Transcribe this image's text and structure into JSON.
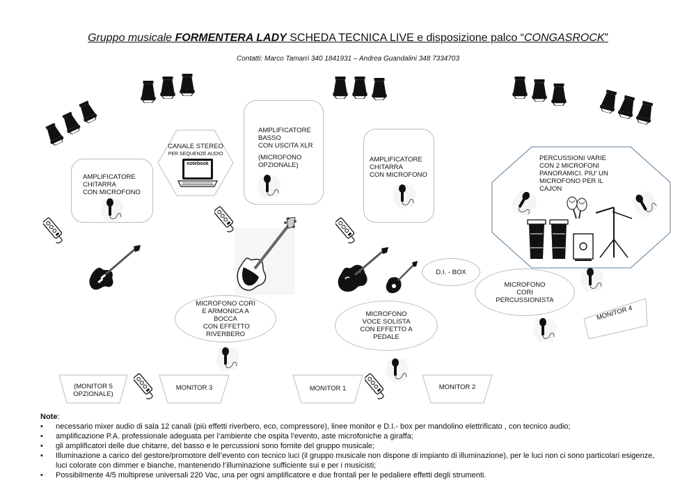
{
  "title": {
    "part1": "Gruppo musicale ",
    "band": "FORMENTERA LADY",
    "part2": "  SCHEDA TECNICA LIVE e disposizione palco “",
    "venue": "CONGASROCK",
    "part3": "”"
  },
  "contacts": "Contatti: Marco Tamarri  340 1841931 – Andrea Guandalini 348 7334703",
  "elements": {
    "amp_guitar_left": [
      "AMPLIFICATORE",
      "CHITARRA",
      "CON MICROFONO"
    ],
    "stereo_channel": {
      "title": "CANALE STEREO",
      "sub": "PER SEQUENZE AUDIO",
      "device": "notebook"
    },
    "amp_bass": [
      "AMPLIFICATORE",
      "BASSO",
      "CON USCITA XLR",
      "",
      "(MICROFONO",
      "OPZIONALE)"
    ],
    "amp_guitar_right": [
      "AMPLIFICATORE",
      "CHITARRA",
      "CON MICROFONO"
    ],
    "percussion": [
      "PERCUSSIONI VARIE",
      "CON 2 MICROFONI",
      "PANORAMICI. PIU' UN",
      "MICROFONO PER IL",
      "CAJON"
    ],
    "di_box": "D.I. - BOX",
    "mic_backing_perc": [
      "MICROFONO",
      "CORI",
      "PERCUSSIONISTA"
    ],
    "mic_backing_harmonica": [
      "MICROFONO CORI",
      "E ARMONICA  A",
      "BOCCA",
      " CON EFFETTO",
      "RIVERBERO"
    ],
    "mic_lead": [
      "MICROFONO",
      "VOCE SOLISTA",
      "CON EFFETTO A",
      "PEDALE"
    ]
  },
  "monitors": {
    "m1": "MONITOR 1",
    "m2": "MONITOR 2",
    "m3": "MONITOR 3",
    "m4": "MONITOR 4",
    "m5": [
      "(MONITOR 5",
      "OPZIONALE)"
    ]
  },
  "notes": {
    "heading": "Note",
    "items": [
      "necessario mixer audio di sala 12 canali (più effetti riverbero, eco, compressore), linee monitor  e D.I.- box per mandolino elettrificato , con tecnico audio;",
      "amplificazione P.A. professionale adeguata per l’ambiente che ospita l’evento, aste microfoniche a giraffa;",
      "gli amplificatori delle due chitarre, del basso e le percussioni sono fornite del gruppo musicale;",
      "Illuminazione a carico del gestore/promotore dell’evento con tecnico luci (il gruppo musicale non dispone di impianto di illuminazione), per le luci non ci sono particolari esigenze, luci colorate con dimmer e bianche, mantenendo l’illuminazione sufficiente sui e per i musicisti;",
      "Possibilmente 4/5 multiprese universali 220 Vac, una per ogni amplificatore e due frontali per le pedaliere effetti degli strumenti."
    ]
  }
}
